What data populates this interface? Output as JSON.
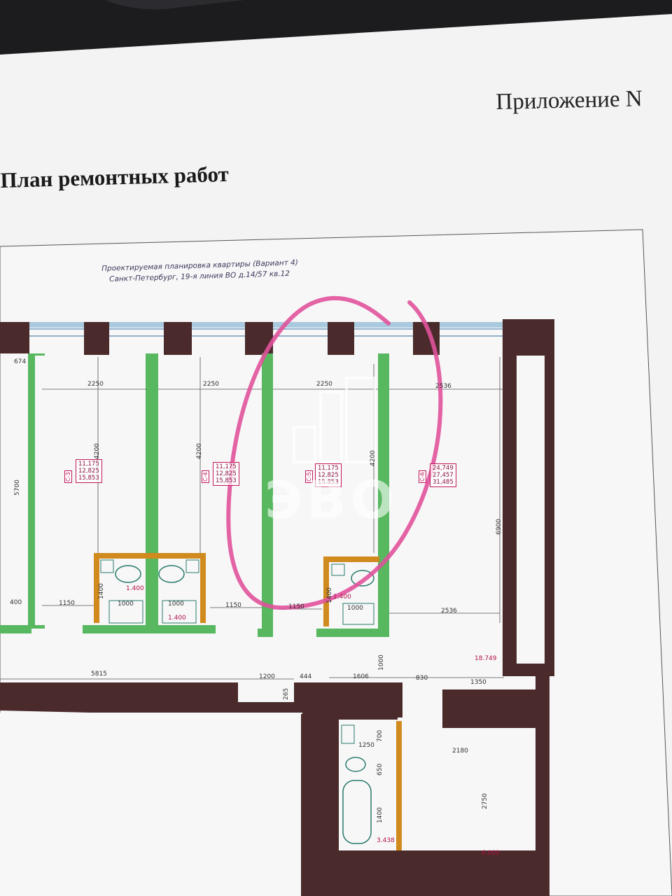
{
  "document": {
    "appendix_heading": "Приложение N",
    "section_heading": "План ремонтных работ",
    "drawing_title_line1": "Проектируемая планировка квартиры (Вариант 4)",
    "drawing_title_line2": "Санкт-Петербург, 19-я линия ВО д.14/57 кв.12"
  },
  "rooms": [
    {
      "code": "С-3",
      "line1": "11,175",
      "line2": "12,825",
      "line3": "15,853"
    },
    {
      "code": "С-4",
      "line1": "11,175",
      "line2": "12,825",
      "line3": "15,853"
    },
    {
      "code": "С-5",
      "line1": "11,175",
      "line2": "12,825",
      "line3": "15,853"
    },
    {
      "code": "С-6",
      "line1": "24,749",
      "line2": "27,457",
      "line3": "31,485"
    }
  ],
  "dimensions": {
    "d674": "674",
    "d2250a": "2250",
    "d2250b": "2250",
    "d2250c": "2250",
    "d2536a": "2536",
    "d4200a": "4200",
    "d4200b": "4200",
    "d4200c": "4200",
    "d5700": "5700",
    "d6900": "6900",
    "d1400a": "1400",
    "d1400b": "1400",
    "d400": "400",
    "d1150a": "1150",
    "d1150b": "1150",
    "d1150c": "1150",
    "d1000a": "1000",
    "d1000b": "1000",
    "d1000c": "1000",
    "d2536b": "2536",
    "d5815": "5815",
    "d1200": "1200",
    "d444": "444",
    "d1606": "1606",
    "d830": "830",
    "d1350": "1350",
    "d1000v": "1000",
    "d265": "265",
    "d1250": "1250",
    "d700": "700",
    "d650": "650",
    "d1400v": "1400",
    "d2180": "2180",
    "d2750": "2750"
  },
  "areas": {
    "bath1": "1.400",
    "bath2": "1.400",
    "bath3": "1.400",
    "hall": "18.749",
    "wc": "3.438",
    "kitchen": "6.000"
  },
  "watermark": {
    "text": "ЭВО"
  },
  "colors": {
    "wall": "#4a2a2a",
    "partition": "#57b85f",
    "annotation": "#e0529b",
    "room_label": "#c2185b"
  }
}
